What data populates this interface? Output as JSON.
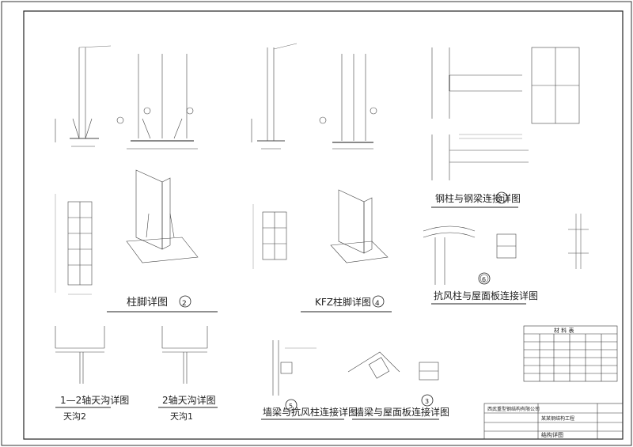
{
  "titles": {
    "column_base": "柱脚详图",
    "column_base_num": "2",
    "kfz": "KFZ柱脚详图",
    "kfz_num": "4",
    "steel_conn": "钢柱与钢梁连接详图",
    "steel_conn_num": "1",
    "wind_col": "抗风柱与屋面板连接详图",
    "wind_col_num": "6",
    "gutter12": "1—2轴天沟详图",
    "gutter12_sub": "天沟2",
    "gutter2": "2轴天沟详图",
    "gutter2_sub": "天沟1",
    "wall_beam": "墙梁与抗风柱连接详图",
    "wall_beam_num": "5",
    "wall_roof": "墙梁与屋面板连接详图",
    "wall_roof_num": "3"
  },
  "material_table": {
    "title": "材 料 表"
  },
  "title_block": {
    "company": "西武重型钢结构有限公司",
    "project": "某某钢结构工程",
    "drawing": "结构详图"
  }
}
